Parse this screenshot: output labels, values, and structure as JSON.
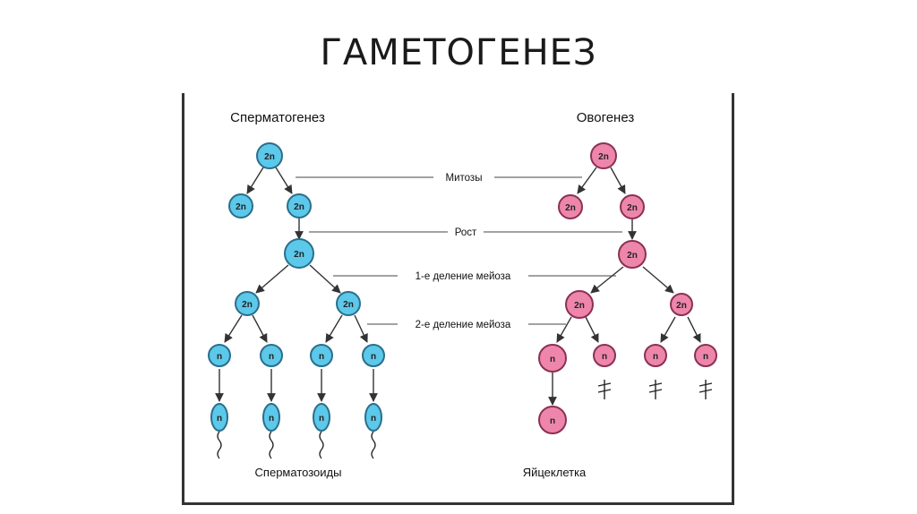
{
  "title": "ГАМЕТОГЕНЕЗ",
  "diagram": {
    "left_heading": "Сперматогенез",
    "right_heading": "Овогенез",
    "stages": {
      "mitosis": "Митозы",
      "growth": "Рост",
      "meiosis1": "1-е деление мейоза",
      "meiosis2": "2-е деление мейоза"
    },
    "left_footer": "Сперматозоиды",
    "right_footer": "Яйцеклетка",
    "diploid": "2n",
    "haploid": "n",
    "colors": {
      "sperm_fill": "#5cc8ea",
      "sperm_stroke": "#2a6f8a",
      "egg_fill": "#ee86ab",
      "egg_stroke": "#8a3152",
      "line": "#444444"
    }
  }
}
